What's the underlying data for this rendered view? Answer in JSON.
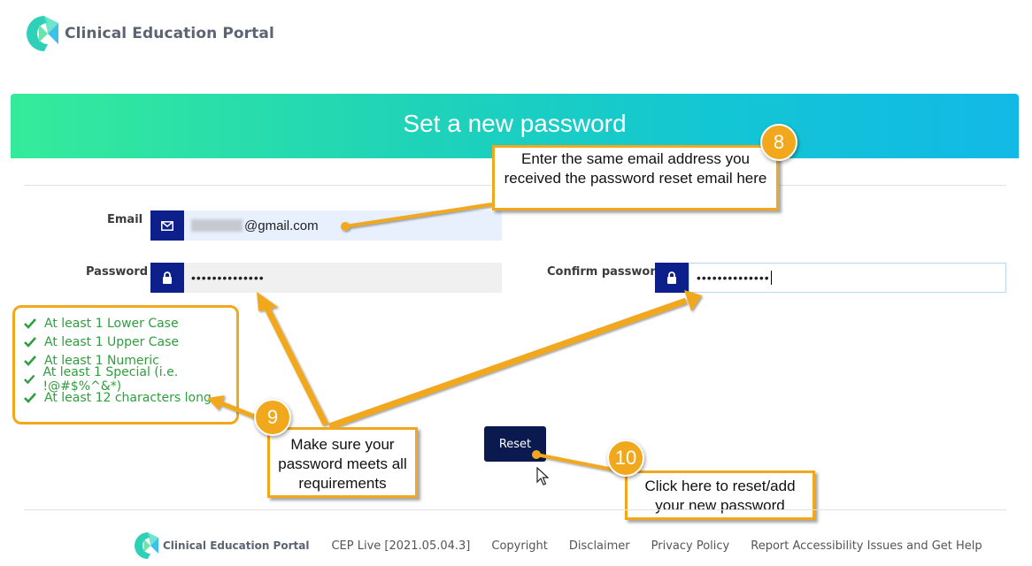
{
  "app": {
    "name": "Clinical Education Portal"
  },
  "page": {
    "title": "Set a new password"
  },
  "form": {
    "email_label": "Email",
    "email_value": "@gmail.com",
    "password_label": "Password",
    "password_value": "••••••••••••••",
    "confirm_label": "Confirm password",
    "confirm_value": "••••••••••••••",
    "reset_label": "Reset"
  },
  "requirements": [
    "At least 1 Lower Case",
    "At least 1 Upper Case",
    "At least 1 Numeric",
    "At least 1 Special (i.e. !@#$%^&*)",
    "At least 12 characters long"
  ],
  "callouts": [
    {
      "number": "8",
      "text": "Enter the same email address  you received the password reset email here"
    },
    {
      "number": "9",
      "text": "Make sure your password meets all requirements"
    },
    {
      "number": "10",
      "text": "Click here to reset/add your new password"
    }
  ],
  "footer": {
    "logo_text": "Clinical Education Portal",
    "version": "CEP Live [2021.05.04.3]",
    "links": [
      "Copyright",
      "Disclaimer",
      "Privacy Policy",
      "Report Accessibility Issues and Get Help"
    ]
  },
  "colors": {
    "accent_orange": "#f2a81d",
    "icon_navy": "#0d1f8a",
    "button_navy": "#0a1a4f",
    "check_green": "#2e9e3e",
    "banner_start": "#35eb9a",
    "banner_end": "#12b9e6"
  },
  "icons": {
    "email": "envelope-icon",
    "password": "lock-icon",
    "requirement": "check-icon",
    "logo": "cep-logo-icon",
    "cursor": "mouse-pointer-icon"
  }
}
